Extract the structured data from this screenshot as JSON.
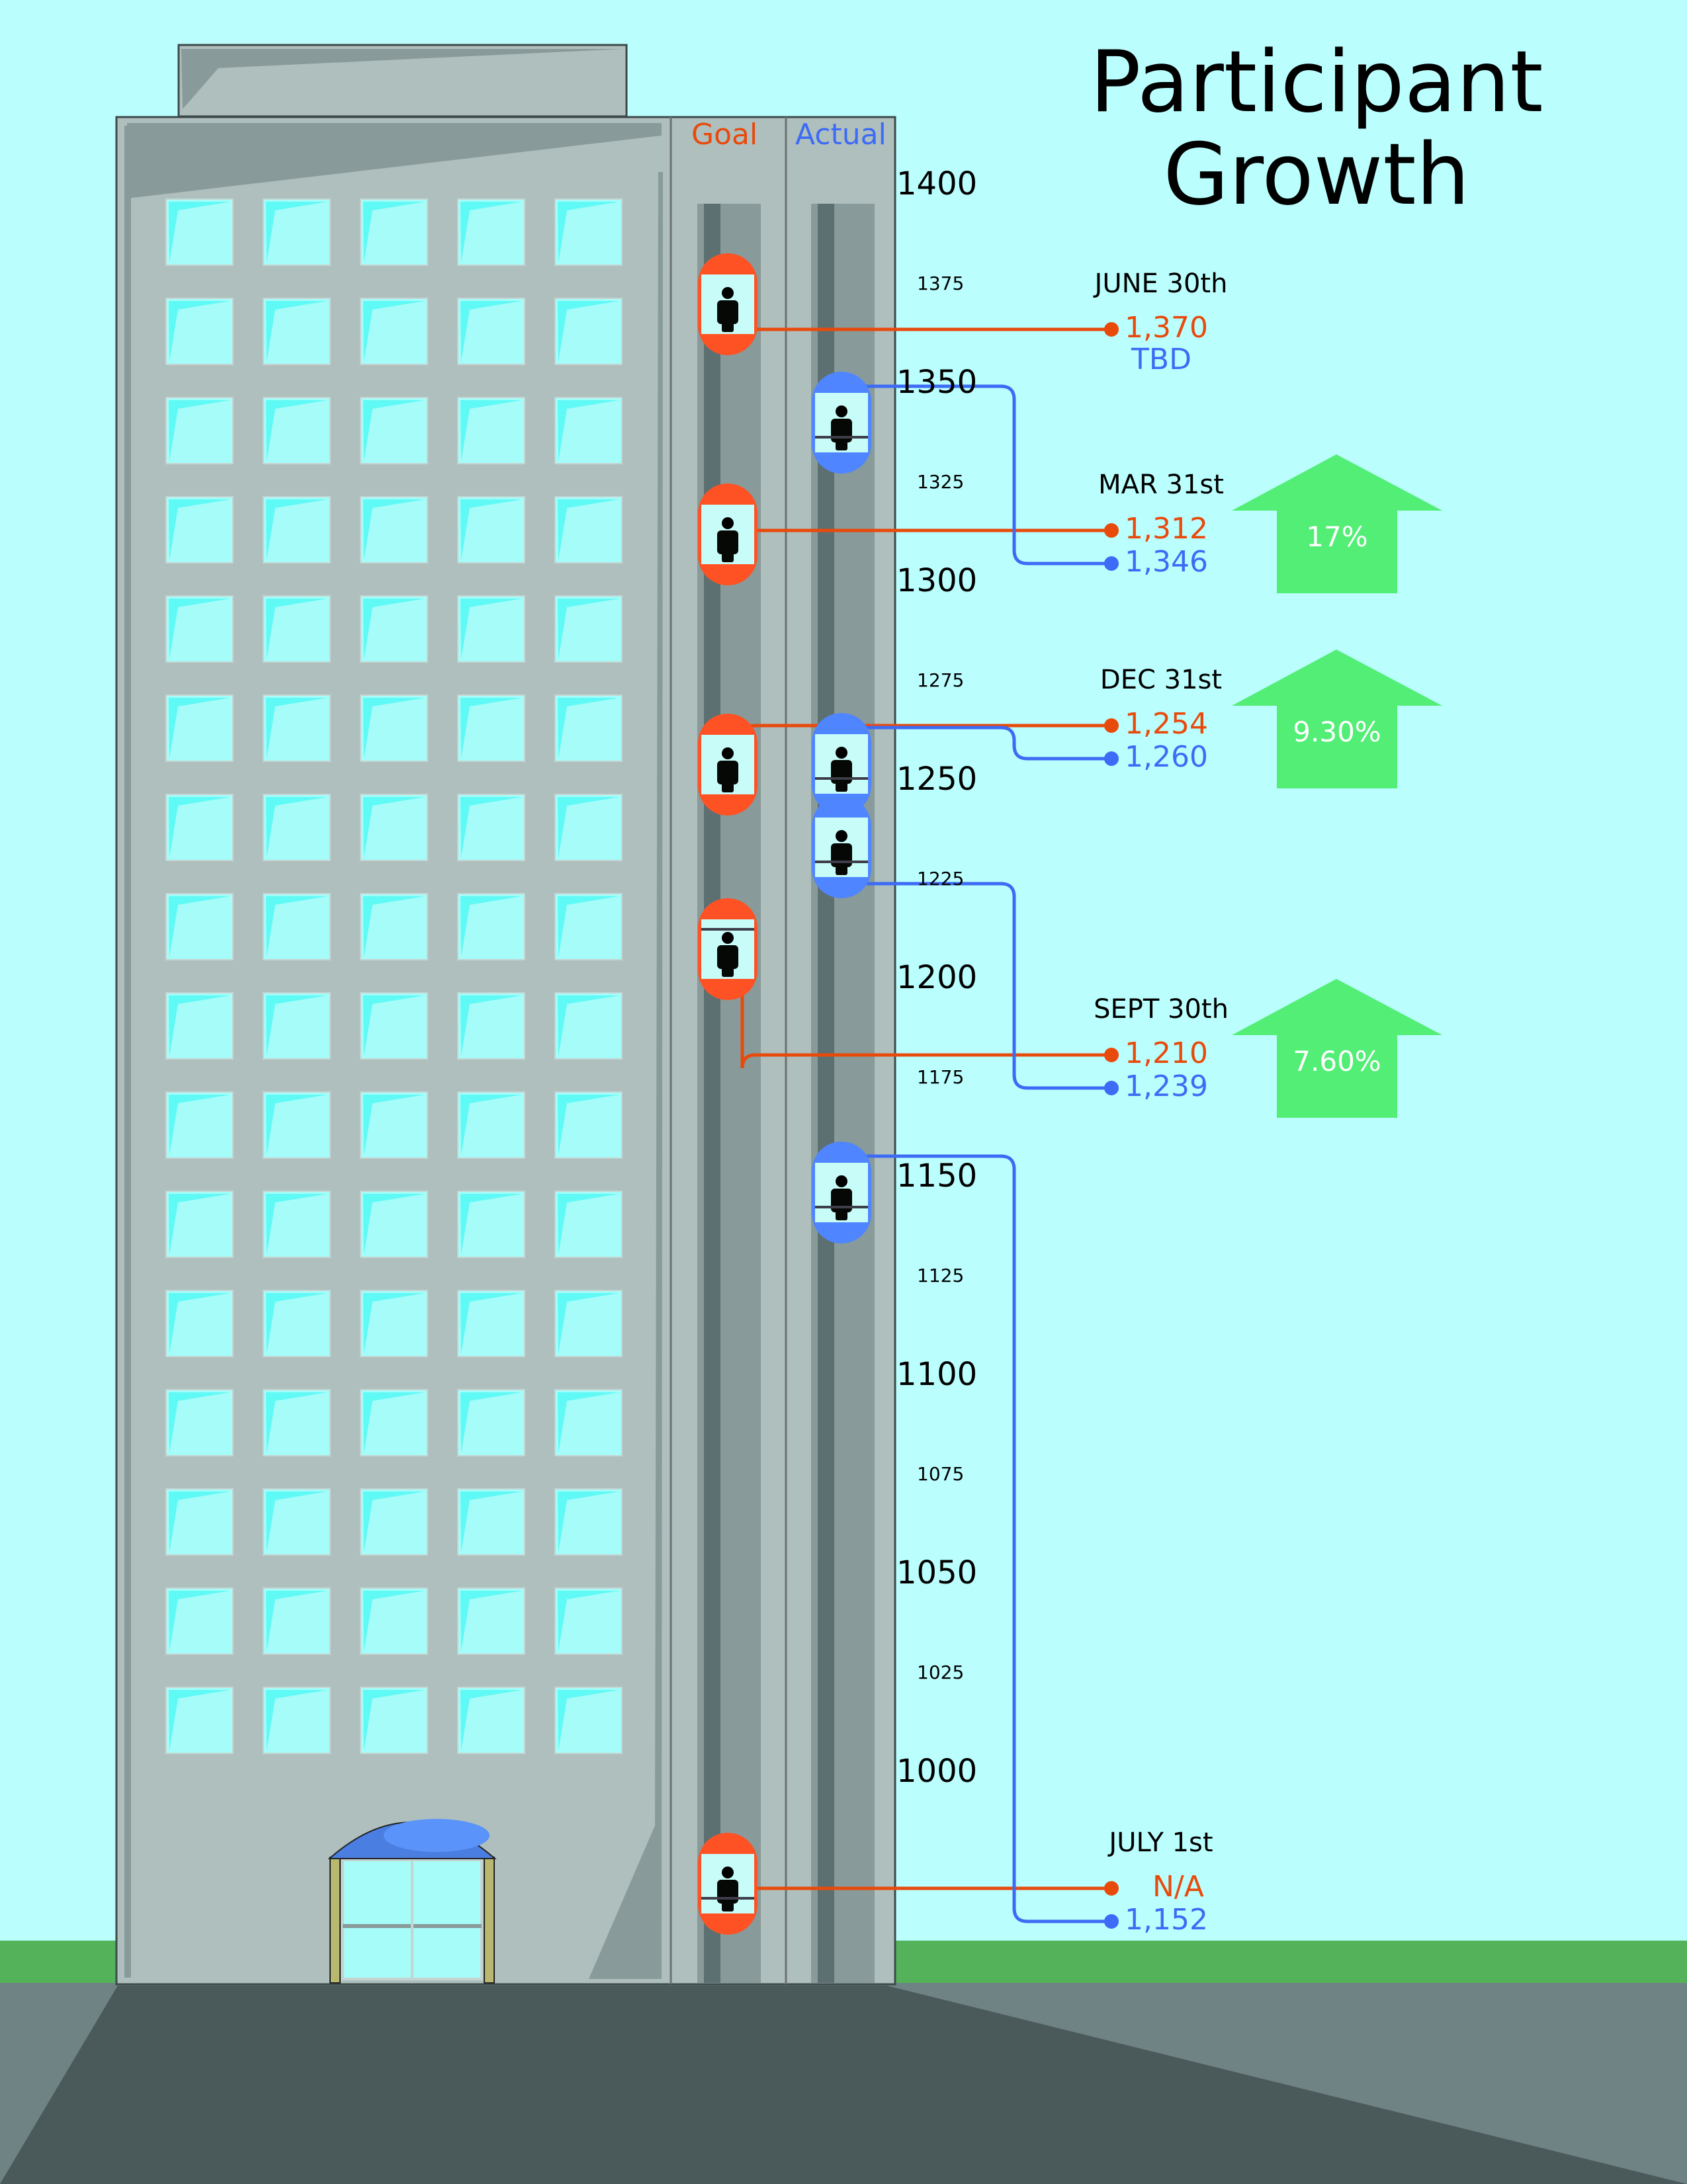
{
  "title_line1": "Participant",
  "title_line2": "Growth",
  "columns": {
    "goal": "Goal",
    "actual": "Actual"
  },
  "colors": {
    "goal": "#e84a0c",
    "actual": "#3d6bf5",
    "growth": "#52ee76",
    "sky": "#bafefd",
    "grass": "#54b25a"
  },
  "chart_data": {
    "type": "pictorial-elevator",
    "title": "Participant Growth",
    "axis": {
      "min": 1000,
      "max": 1400,
      "major_ticks": [
        1400,
        1350,
        1300,
        1250,
        1200,
        1150,
        1100,
        1050,
        1000
      ],
      "minor_ticks": [
        1375,
        1325,
        1275,
        1225,
        1175,
        1125,
        1075,
        1025
      ]
    },
    "legend": [
      "Goal",
      "Actual"
    ],
    "periods": [
      {
        "date": "JULY 1st",
        "goal": null,
        "goal_label": "N/A",
        "actual": 1152,
        "actual_label": "1,152",
        "growth": null
      },
      {
        "date": "SEPT 30th",
        "goal": 1210,
        "goal_label": "1,210",
        "actual": 1239,
        "actual_label": "1,239",
        "growth": "7.60%"
      },
      {
        "date": "DEC 31st",
        "goal": 1254,
        "goal_label": "1,254",
        "actual": 1260,
        "actual_label": "1,260",
        "growth": "9.30%"
      },
      {
        "date": "MAR 31st",
        "goal": 1312,
        "goal_label": "1,312",
        "actual": 1346,
        "actual_label": "1,346",
        "growth": "17%"
      },
      {
        "date": "JUNE 30th",
        "goal": 1370,
        "goal_label": "1,370",
        "actual": null,
        "actual_label": "TBD",
        "growth": null
      }
    ]
  }
}
